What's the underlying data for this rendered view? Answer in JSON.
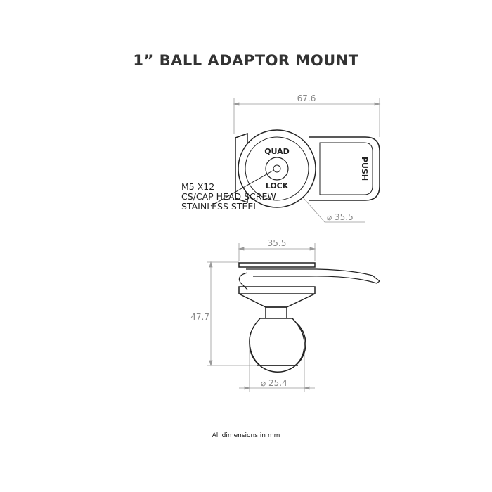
{
  "title": "1” BALL ADAPTOR MOUNT",
  "screw_note": [
    "M5 X12",
    "CS/CAP HEAD SCREW",
    "STAINLESS STEEL"
  ],
  "dimensions": {
    "top_width": "67.6",
    "top_diameter": "⌀ 35.5",
    "side_width": "35.5",
    "side_height": "47.7",
    "ball_diameter": "⌀ 25.4"
  },
  "mount_text": {
    "upper": "QUAD",
    "lower": "LOCK",
    "tab": "PUSH"
  },
  "footer": "All dimensions in mm"
}
